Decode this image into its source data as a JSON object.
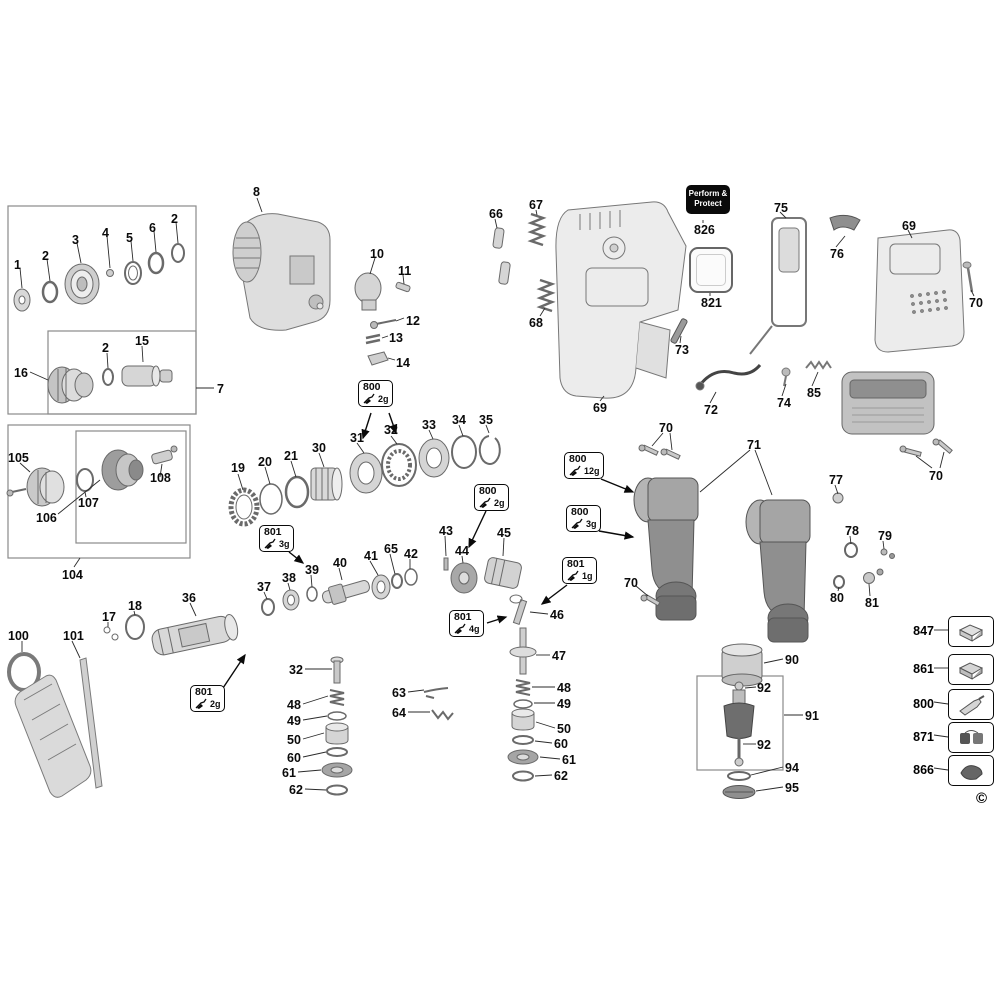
{
  "figure": {
    "copyright": "©"
  },
  "callouts": [
    {
      "t": "1"
    },
    {
      "t": "2"
    },
    {
      "t": "3"
    },
    {
      "t": "4"
    },
    {
      "t": "5"
    },
    {
      "t": "6"
    },
    {
      "t": "2"
    },
    {
      "t": "16"
    },
    {
      "t": "2"
    },
    {
      "t": "15"
    },
    {
      "t": "7"
    },
    {
      "t": "8"
    },
    {
      "t": "10"
    },
    {
      "t": "11"
    },
    {
      "t": "12"
    },
    {
      "t": "13"
    },
    {
      "t": "14"
    },
    {
      "t": "105"
    },
    {
      "t": "107"
    },
    {
      "t": "106"
    },
    {
      "t": "108"
    },
    {
      "t": "104"
    },
    {
      "t": "19"
    },
    {
      "t": "20"
    },
    {
      "t": "21"
    },
    {
      "t": "30"
    },
    {
      "t": "31"
    },
    {
      "t": "32"
    },
    {
      "t": "33"
    },
    {
      "t": "34"
    },
    {
      "t": "35"
    },
    {
      "t": "43"
    },
    {
      "t": "44"
    },
    {
      "t": "45"
    },
    {
      "t": "37"
    },
    {
      "t": "38"
    },
    {
      "t": "39"
    },
    {
      "t": "40"
    },
    {
      "t": "41"
    },
    {
      "t": "65"
    },
    {
      "t": "42"
    },
    {
      "t": "17"
    },
    {
      "t": "18"
    },
    {
      "t": "36"
    },
    {
      "t": "100"
    },
    {
      "t": "101"
    },
    {
      "t": "46"
    },
    {
      "t": "47"
    },
    {
      "t": "48"
    },
    {
      "t": "49"
    },
    {
      "t": "50"
    },
    {
      "t": "60"
    },
    {
      "t": "61"
    },
    {
      "t": "62"
    },
    {
      "t": "32"
    },
    {
      "t": "48"
    },
    {
      "t": "49"
    },
    {
      "t": "50"
    },
    {
      "t": "60"
    },
    {
      "t": "61"
    },
    {
      "t": "62"
    },
    {
      "t": "63"
    },
    {
      "t": "64"
    },
    {
      "t": "66"
    },
    {
      "t": "67"
    },
    {
      "t": "68"
    },
    {
      "t": "826"
    },
    {
      "t": "821"
    },
    {
      "t": "75"
    },
    {
      "t": "76"
    },
    {
      "t": "69"
    },
    {
      "t": "70"
    },
    {
      "t": "73"
    },
    {
      "t": "69"
    },
    {
      "t": "72"
    },
    {
      "t": "74"
    },
    {
      "t": "85"
    },
    {
      "t": "70"
    },
    {
      "t": "71"
    },
    {
      "t": "70"
    },
    {
      "t": "77"
    },
    {
      "t": "78"
    },
    {
      "t": "79"
    },
    {
      "t": "80"
    },
    {
      "t": "81"
    },
    {
      "t": "90"
    },
    {
      "t": "92"
    },
    {
      "t": "91"
    },
    {
      "t": "92"
    },
    {
      "t": "94"
    },
    {
      "t": "95"
    },
    {
      "t": "70"
    }
  ],
  "grease": [
    {
      "code": "800",
      "qty": "2g"
    },
    {
      "code": "800",
      "qty": "2g"
    },
    {
      "code": "801",
      "qty": "3g"
    },
    {
      "code": "800",
      "qty": "12g"
    },
    {
      "code": "800",
      "qty": "3g"
    },
    {
      "code": "801",
      "qty": "1g"
    },
    {
      "code": "801",
      "qty": "4g"
    },
    {
      "code": "801",
      "qty": "2g"
    }
  ],
  "perform_protect": {
    "title": "Perform & Protect",
    "part_number": "826"
  },
  "service_plate": {
    "part_number": "821"
  },
  "legend": {
    "items": [
      {
        "num": "847",
        "icon": "hardware-kit-icon"
      },
      {
        "num": "861",
        "icon": "hardware-kit-icon"
      },
      {
        "num": "800",
        "icon": "grease-tube-icon"
      },
      {
        "num": "871",
        "icon": "brush-set-icon"
      },
      {
        "num": "866",
        "icon": "brush-set-icon"
      }
    ]
  }
}
